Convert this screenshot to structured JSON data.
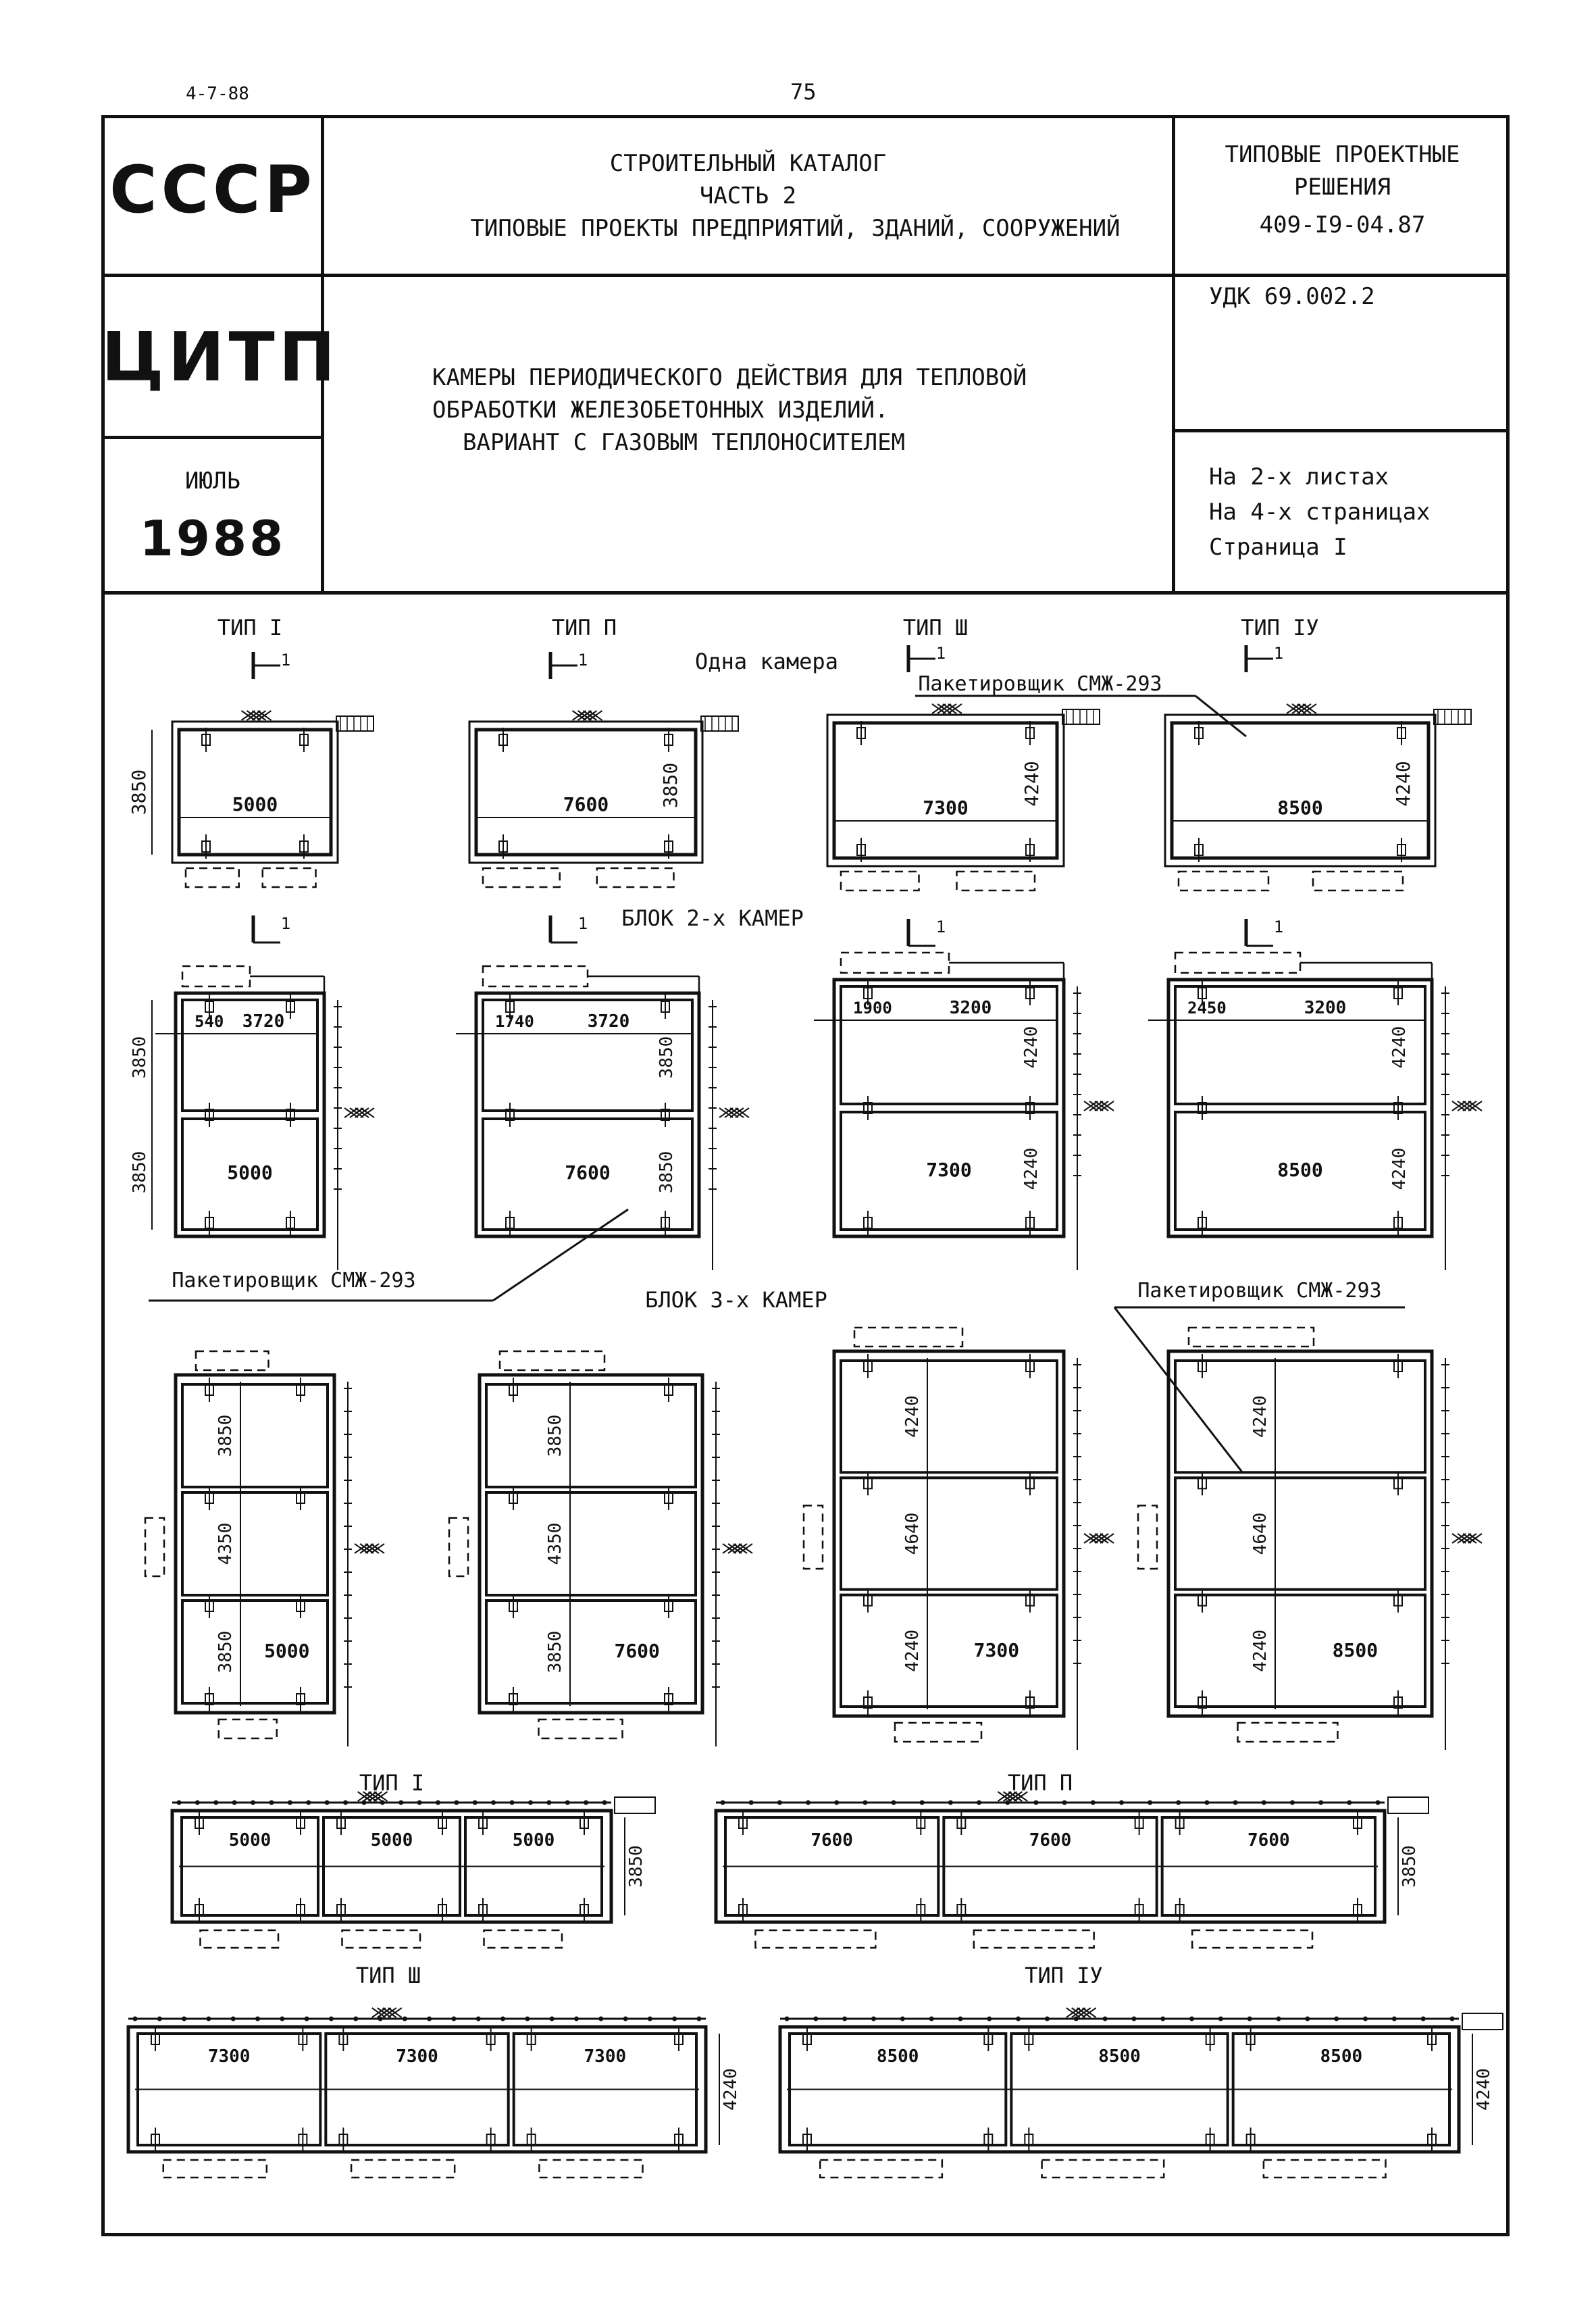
{
  "page": {
    "code": "4-7-88",
    "number": "75"
  },
  "header": {
    "org1": "СССР",
    "org2": "ЦИТП",
    "month": "ИЮЛЬ",
    "year": "1988",
    "catalog_line1": "СТРОИТЕЛЬНЫЙ КАТАЛОГ",
    "catalog_line2": "ЧАСТЬ 2",
    "catalog_line3": "ТИПОВЫЕ ПРОЕКТЫ ПРЕДПРИЯТИЙ, ЗДАНИЙ, СООРУЖЕНИЙ",
    "solutions_line1": "ТИПОВЫЕ ПРОЕКТНЫЕ",
    "solutions_line2": "РЕШЕНИЯ",
    "solutions_code": "409-I9-04.87",
    "udk": "УДК 69.002.2",
    "title_line1": "КАМЕРЫ ПЕРИОДИЧЕСКОГО ДЕЙСТВИЯ ДЛЯ ТЕПЛОВОЙ",
    "title_line2": "ОБРАБОТКИ ЖЕЛЕЗОБЕТОННЫХ ИЗДЕЛИЙ.",
    "title_line3": "ВАРИАНТ С ГАЗОВЫМ ТЕПЛОНОСИТЕЛЕМ",
    "sheets": "На 2-х листах",
    "pages": "На 4-х страницах",
    "page_label": "Страница I"
  },
  "drawing": {
    "types": [
      "ТИП I",
      "ТИП П",
      "ТИП Ш",
      "ТИП IУ"
    ],
    "one_chamber": "Одна камера",
    "block2": "БЛОК 2-х КАМЕР",
    "block3": "БЛОК 3-х КАМЕР",
    "packer": "Пакетировщик СМЖ-293",
    "section_mark": "1",
    "one": [
      {
        "h": "3850",
        "w": "5000"
      },
      {
        "h": "3850",
        "w": "7600"
      },
      {
        "h": "4240",
        "w": "7300"
      },
      {
        "h": "4240",
        "w": "8500"
      }
    ],
    "two": [
      {
        "top": "540",
        "w1": "3720",
        "w": "5000",
        "h": "3850"
      },
      {
        "top": "1740",
        "w1": "3720",
        "w": "7600",
        "h": "3850"
      },
      {
        "top": "1900",
        "w1": "3200",
        "w": "7300",
        "h": "4240"
      },
      {
        "top": "2450",
        "w1": "3200",
        "w": "8500",
        "h": "4240"
      }
    ],
    "three": [
      {
        "h1": "3850",
        "h2": "4350",
        "h3": "3850",
        "w": "5000"
      },
      {
        "h1": "3850",
        "h2": "4350",
        "h3": "3850",
        "w": "7600"
      },
      {
        "h1": "4240",
        "h2": "4640",
        "h3": "4240",
        "w": "7300"
      },
      {
        "h1": "4240",
        "h2": "4640",
        "h3": "4240",
        "w": "8500"
      }
    ],
    "row": [
      {
        "w": "5000",
        "h": "3850"
      },
      {
        "w": "7600",
        "h": "3850"
      },
      {
        "w": "7300",
        "h": "4240"
      },
      {
        "w": "8500",
        "h": "4240"
      }
    ]
  }
}
